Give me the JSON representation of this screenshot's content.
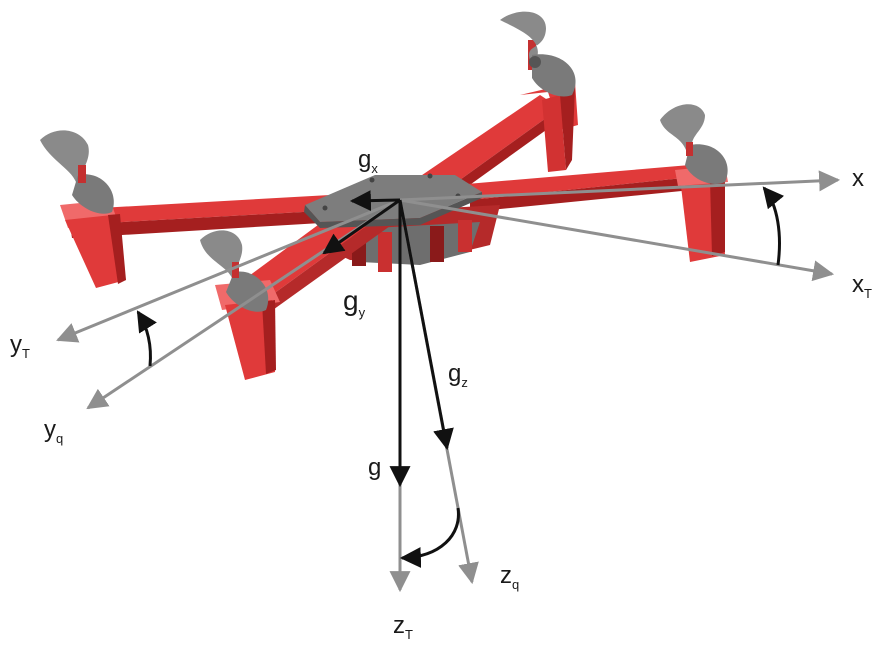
{
  "labels": {
    "gx": {
      "base": "g",
      "sub": "x"
    },
    "gy": {
      "base": "g",
      "sub": "y"
    },
    "gz": {
      "base": "g",
      "sub": "z"
    },
    "g": {
      "base": "g",
      "sub": ""
    },
    "x": {
      "base": "x",
      "sub": ""
    },
    "xT": {
      "base": "x",
      "sub": "T"
    },
    "yT": {
      "base": "y",
      "sub": "T"
    },
    "yq": {
      "base": "y",
      "sub": "q"
    },
    "zT": {
      "base": "z",
      "sub": "T"
    },
    "zq": {
      "base": "z",
      "sub": "q"
    }
  },
  "colors": {
    "frame_red": "#e03a3a",
    "frame_dark_red": "#a51f1f",
    "frame_light_red": "#f06a6a",
    "plate_gray": "#7d7d7d",
    "prop_gray": "#8a8a8a",
    "axis_gray": "#8f8f8f",
    "vector_black": "#111111"
  }
}
